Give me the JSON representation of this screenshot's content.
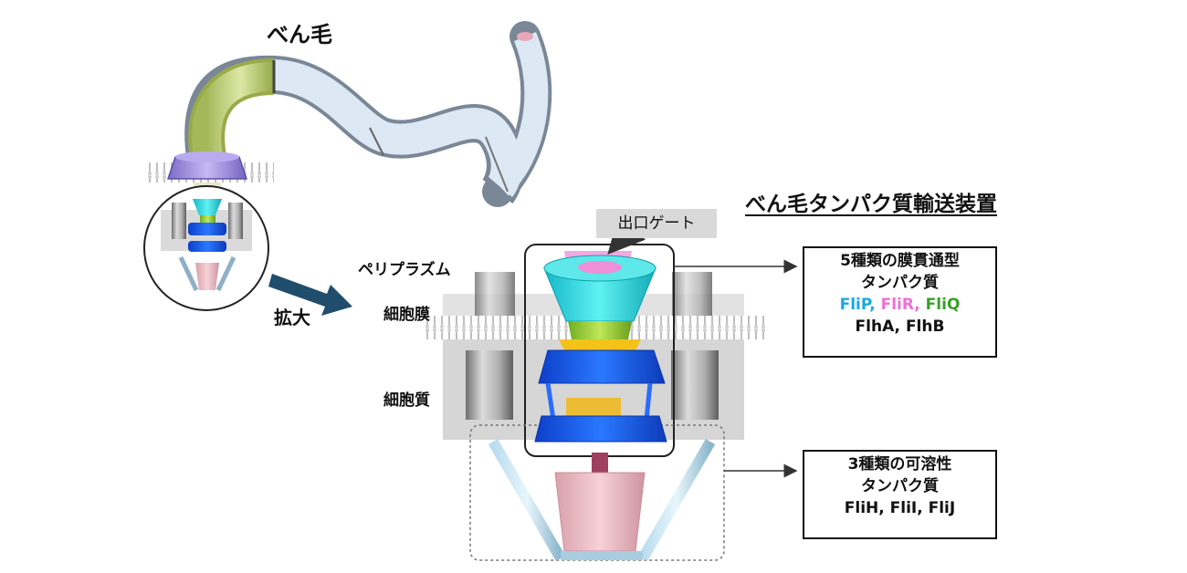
{
  "labels": {
    "flagellum": "べん毛",
    "enlarge": "拡大",
    "periplasm": "ペリプラズム",
    "membrane": "細胞膜",
    "cytoplasm": "細胞質",
    "apparatus_title": "べん毛タンパク質輸送装置",
    "exit_gate": "出口ゲート"
  },
  "membrane_box": {
    "line1": "5種類の膜貫通型",
    "line2": "タンパク質",
    "protein_1": "FliP,",
    "protein_2": "FliR,",
    "protein_3": "FliQ",
    "line4": "FlhA, FlhB"
  },
  "soluble_box": {
    "line1": "3種類の可溶性",
    "line2": "タンパク質",
    "line3": "FliH, FliI, FliJ"
  },
  "colors": {
    "flip": "#19a9e0",
    "flir": "#ee6fd6",
    "fliq": "#38a028",
    "cyan_ring": "#2ee0e0",
    "green_ring": "#a6d93a",
    "blue_ring": "#1a5cf0",
    "pink_cone": "#eebfc6",
    "arrow_blue": "#1f4d6b"
  }
}
